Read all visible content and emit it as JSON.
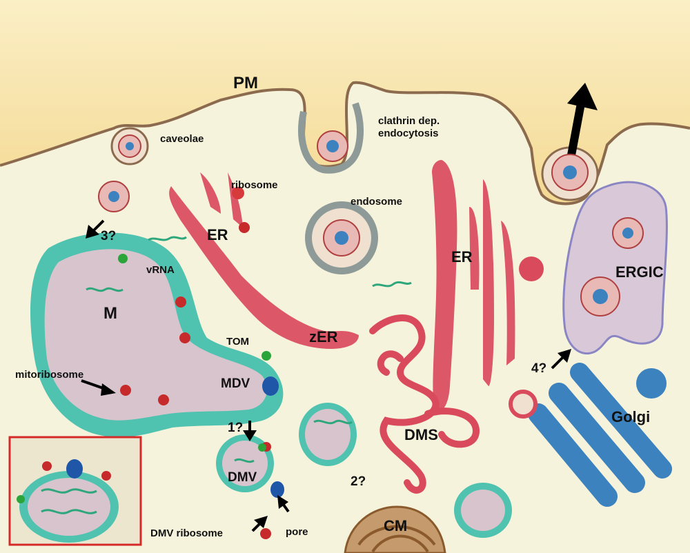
{
  "labels": {
    "pm": "PM",
    "caveolae": "caveolae",
    "clathrin_line1": "clathrin dep.",
    "clathrin_line2": "endocytosis",
    "ribosome": "ribosome",
    "endosome": "endosome",
    "er_left": "ER",
    "er_right": "ER",
    "ergic": "ERGIC",
    "q3": "3?",
    "vrna": "vRNA",
    "m": "M",
    "zer": "zER",
    "tom": "TOM",
    "mitoribosome": "mitoribosome",
    "mdv": "MDV",
    "q4": "4?",
    "golgi": "Golgi",
    "q1": "1?",
    "dms": "DMS",
    "dmv": "DMV",
    "q2": "2?",
    "dmv_ribosome": "DMV ribosome",
    "pore": "pore",
    "cm": "CM"
  },
  "colors": {
    "extracellular": "#f7e2a6",
    "cytoplasm": "#f6f3dc",
    "membrane": "#8b6a4e",
    "er": "#d94a5c",
    "mito_outer": "#4fc2b0",
    "mito_inner": "#d8c4cc",
    "golgi": "#3c82bf",
    "ergic_fill": "#d9c8d8",
    "ergic_edge": "#8a86c4",
    "virus": "#b04040",
    "vrna": "#2ea77c",
    "cm": "#8a5a2c",
    "inset_border": "#d42a2a"
  }
}
